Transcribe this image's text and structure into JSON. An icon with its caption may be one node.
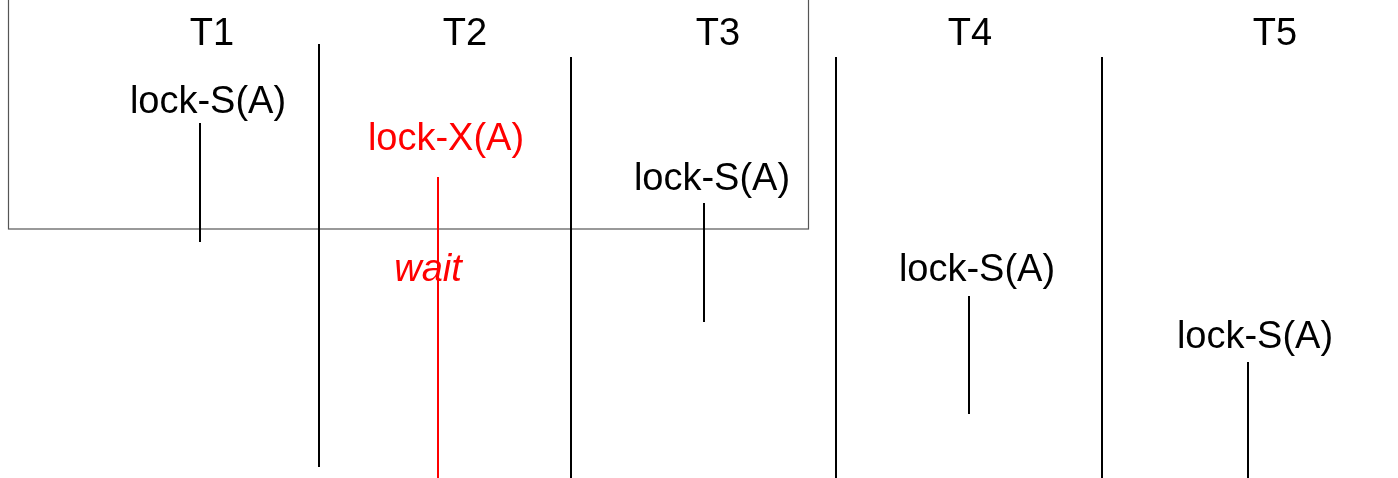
{
  "diagram": {
    "labels": [
      "T1",
      "T2",
      "T3",
      "T4",
      "T5",
      "lock-S(A)",
      "lock-X(A)",
      "lock-S(A)",
      "wait",
      "lock-S(A)",
      "lock-S(A)"
    ]
  }
}
